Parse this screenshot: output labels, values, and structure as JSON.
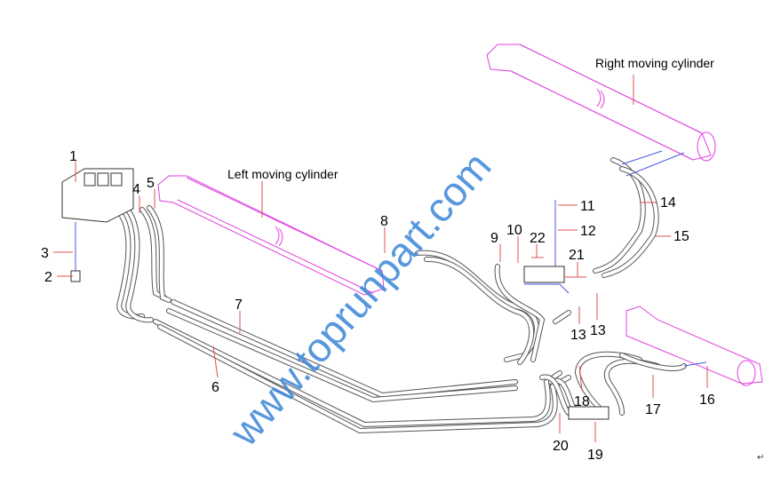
{
  "diagram": {
    "cylinders": {
      "right": "Right moving cylinder",
      "left": "Left moving cylinder"
    },
    "callouts": [
      "1",
      "2",
      "3",
      "4",
      "5",
      "6",
      "7",
      "8",
      "9",
      "10",
      "22",
      "11",
      "12",
      "21",
      "13",
      "13",
      "14",
      "15",
      "16",
      "17",
      "18",
      "19",
      "20"
    ],
    "watermark": "www.toprunpart.com",
    "return_mark": "↵",
    "colors": {
      "cylinder": "#e040e0",
      "hose": "#555555",
      "leader": "#e05050",
      "pipe": "#4a5ae0",
      "watermark": "#3a86d6"
    }
  }
}
